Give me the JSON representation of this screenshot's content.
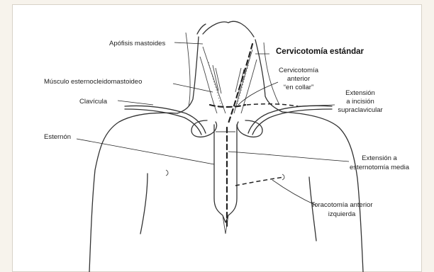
{
  "labels": {
    "mastoid": "Apófisis mastoides",
    "title": "Cervicotomía estándar",
    "collar_1": "Cervicotomía",
    "collar_2": "anterior",
    "collar_3": "“en collar”",
    "scm": "Músculo esternocleidomastoideo",
    "clavicle": "Clavícula",
    "supra_1": "Extensión",
    "supra_2": "a incisión",
    "supra_3": "supraclavicular",
    "sternum": "Esternón",
    "sternotomy_1": "Extensión a",
    "sternotomy_2": "esternotomía media",
    "thoracotomy_1": "Toracotomía anterior",
    "thoracotomy_2": "izquierda"
  }
}
